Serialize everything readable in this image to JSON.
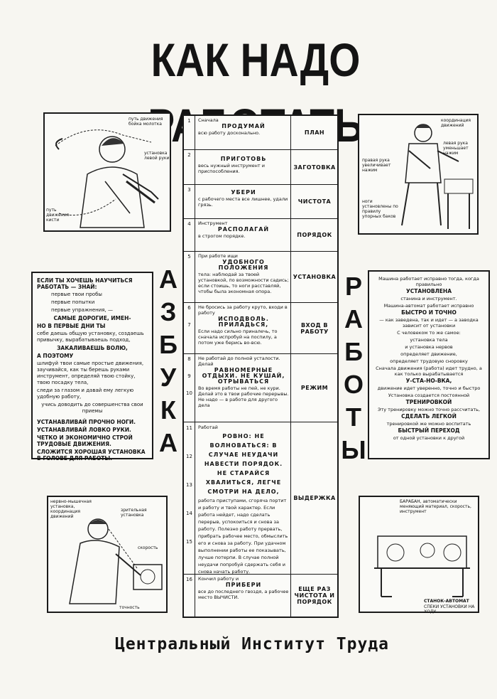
{
  "title": "КАК НАДО РАБОТАТЬ",
  "left_vertical": [
    "А",
    "З",
    "Б",
    "У",
    "К",
    "А"
  ],
  "right_vertical": [
    "Р",
    "А",
    "Б",
    "О",
    "Т",
    "Ы"
  ],
  "footer": "Центральный Институт Труда",
  "illustrations": {
    "top_left": [
      "путь движения бойка молотка",
      "установка левой руки",
      "путь движения кисти"
    ],
    "top_right": [
      "координация движений",
      "левая рука уменьшает нажим",
      "правая рука увеличивает нажим",
      "ноги установлены по правилу упорных баков"
    ],
    "bottom_left": [
      "нервно-мышечная установка, координация движений",
      "зрительная установка",
      "скорость",
      "точность"
    ],
    "bottom_right": [
      "БАРАБАН, автоматически меняющий материал, скорость, инструмент",
      "СТАНОК-АВТОМАТ",
      "СПЕКИ УСТАНОВКИ НА ХОДУ"
    ]
  },
  "left_text": {
    "heading": "ЕСЛИ ТЫ ХОЧЕШЬ НАУЧИТЬСЯ РАБОТАТЬ — ЗНАЙ:",
    "lines": [
      "первые твои пробы",
      "первые попытки",
      "первые упражнения, —",
      "САМЫЕ ДОРОГИЕ, ИМЕН-",
      "НО В ПЕРВЫЕ ДНИ ТЫ",
      "себе даешь общую установку, создаешь привычку, вырабатываешь подход,",
      "ЗАКАЛИВАЕШЬ ВОЛЮ,",
      "А ПОЭТОМУ",
      "шлифуй твои самые простые движения, заучивайся, как ты берешь руками инструмент, определяй твою стойку, твою посадку тела,",
      "следи за глазом и давай ему легкую удобную работу,",
      "учись доводить до совершенства свои приемы",
      "УСТАНАВЛИВАЙ ПРОЧНО НОГИ.",
      "УСТАНАВЛИВАЙ ЛОВКО РУКИ.",
      "ЧЕТКО И ЭКОНОМИЧНО СТРОЙ ТРУДОВЫЕ ДВИЖЕНИЯ.",
      "СЛОЖИТСЯ ХОРОШАЯ УСТАНОВКА В ГОЛОВЕ ДЛЯ РАБОТЫ."
    ]
  },
  "right_text": {
    "lines": [
      "Машина работает исправно тогда, когда правильно",
      "УСТАНОВЛЕНА",
      "станина и инструмент.",
      "Машина-автомат работает исправно",
      "БЫСТРО И ТОЧНО",
      "— как заведена, так и идет — а заводка зависит от установки",
      "С человеком то же самое:",
      "установка тела",
      "и установка нервов",
      "определяет движение,",
      "определяет трудовую сноровку",
      "Сначала движения (работа) идет трудно, а как только вырабатывается",
      "У-СТА-НО-ВКА,",
      "движение идет уверенно, точно и быстро",
      "Установка создается постоянной",
      "ТРЕНИРОВКОЙ",
      "Эту тренировку можно точно рассчитать,",
      "СДЕЛАТЬ ЛЕГКОЙ",
      "тренировкой же можно воспитать",
      "БЫСТРЫЙ ПЕРЕХОД",
      "от одной установки к другой"
    ]
  },
  "table": {
    "rows": [
      {
        "nums": [
          "1"
        ],
        "pre": "Сначала",
        "title": "ПРОДУМАЙ",
        "post": "всю работу досконально.",
        "cat": "ПЛАН"
      },
      {
        "nums": [
          "2"
        ],
        "pre": "",
        "title": "ПРИГОТОВЬ",
        "post": "весь нужный инструмент и приспособления.",
        "cat": "ЗАГОТОВКА"
      },
      {
        "nums": [
          "3"
        ],
        "pre": "",
        "title": "УБЕРИ",
        "post": "с рабочего места все лишнее, удали грязь.",
        "cat": "ЧИСТОТА"
      },
      {
        "nums": [
          "4"
        ],
        "pre": "Инструмент",
        "title": "РАСПОЛАГАЙ",
        "post": "в строгом порядке.",
        "cat": "ПОРЯДОК"
      },
      {
        "nums": [
          "5"
        ],
        "pre": "При работе ищи",
        "title": "УДОБНОГО ПОЛОЖЕНИЯ",
        "post": "тела: наблюдай за твоей установкой, по возможности садись; если стоишь, то ноги расставляй, чтобы была экономная опора.",
        "cat": "УСТАНОВКА"
      },
      {
        "nums": [
          "6",
          "7"
        ],
        "pre": "Не бросись за работу круто, входи в работу",
        "title": "ИСПОДВОЛЬ. ПРИЛАДЬСЯ,",
        "post": "Если надо сильно приналечь, то сначала испробуй на поспилу, а потом уже берись во-всю.",
        "cat": "ВХОД В РАБОТУ"
      },
      {
        "nums": [
          "8",
          "9",
          "10"
        ],
        "pre": "Не работай до полной усталости. Делай",
        "title": "РАВНОМЕРНЫЕ ОТДЫХИ. НЕ КУШАЙ, ОТРЫВАТЬСЯ",
        "post": "Во время работы не пей, не кури. Делай это в твои рабочие перерывы. Не надо — в работе для другого дела",
        "cat": "РЕЖИМ"
      },
      {
        "nums": [
          "11",
          "12",
          "13",
          "14",
          "15"
        ],
        "pre": "Работай",
        "title": "РОВНО: НЕ ВОЛНОВАТЬСЯ: В СЛУЧАЕ НЕУДАЧИ НАВЕСТИ ПОРЯДОК. НЕ СТАРАЙСЯ ХВАЛИТЬСЯ, ЛЕГЧЕ СМОТРИ НА ДЕЛО,",
        "post": "работа приступами, сгоряча портит и работу и твой характер. Если работа нейдет, надо сделать перерыв, успокоиться и снова за работу. Полезно работу прервать, прибрать рабочее место, обмыслить его и снова за работу. При удачном выполнении работы ее показывать, лучше потерпи. В случае полной неудачи попробуй сдержать себя и снова начать работу.",
        "cat": "ВЫДЕРЖКА"
      },
      {
        "nums": [
          "16"
        ],
        "pre": "Кончил работу и",
        "title": "ПРИБЕРИ",
        "post": "все до последнего гвоздя, а рабочее место ВЫЧИСТИ.",
        "cat": "ЕЩЕ РАЗ ЧИСТОТА И ПОРЯДОК"
      }
    ]
  }
}
